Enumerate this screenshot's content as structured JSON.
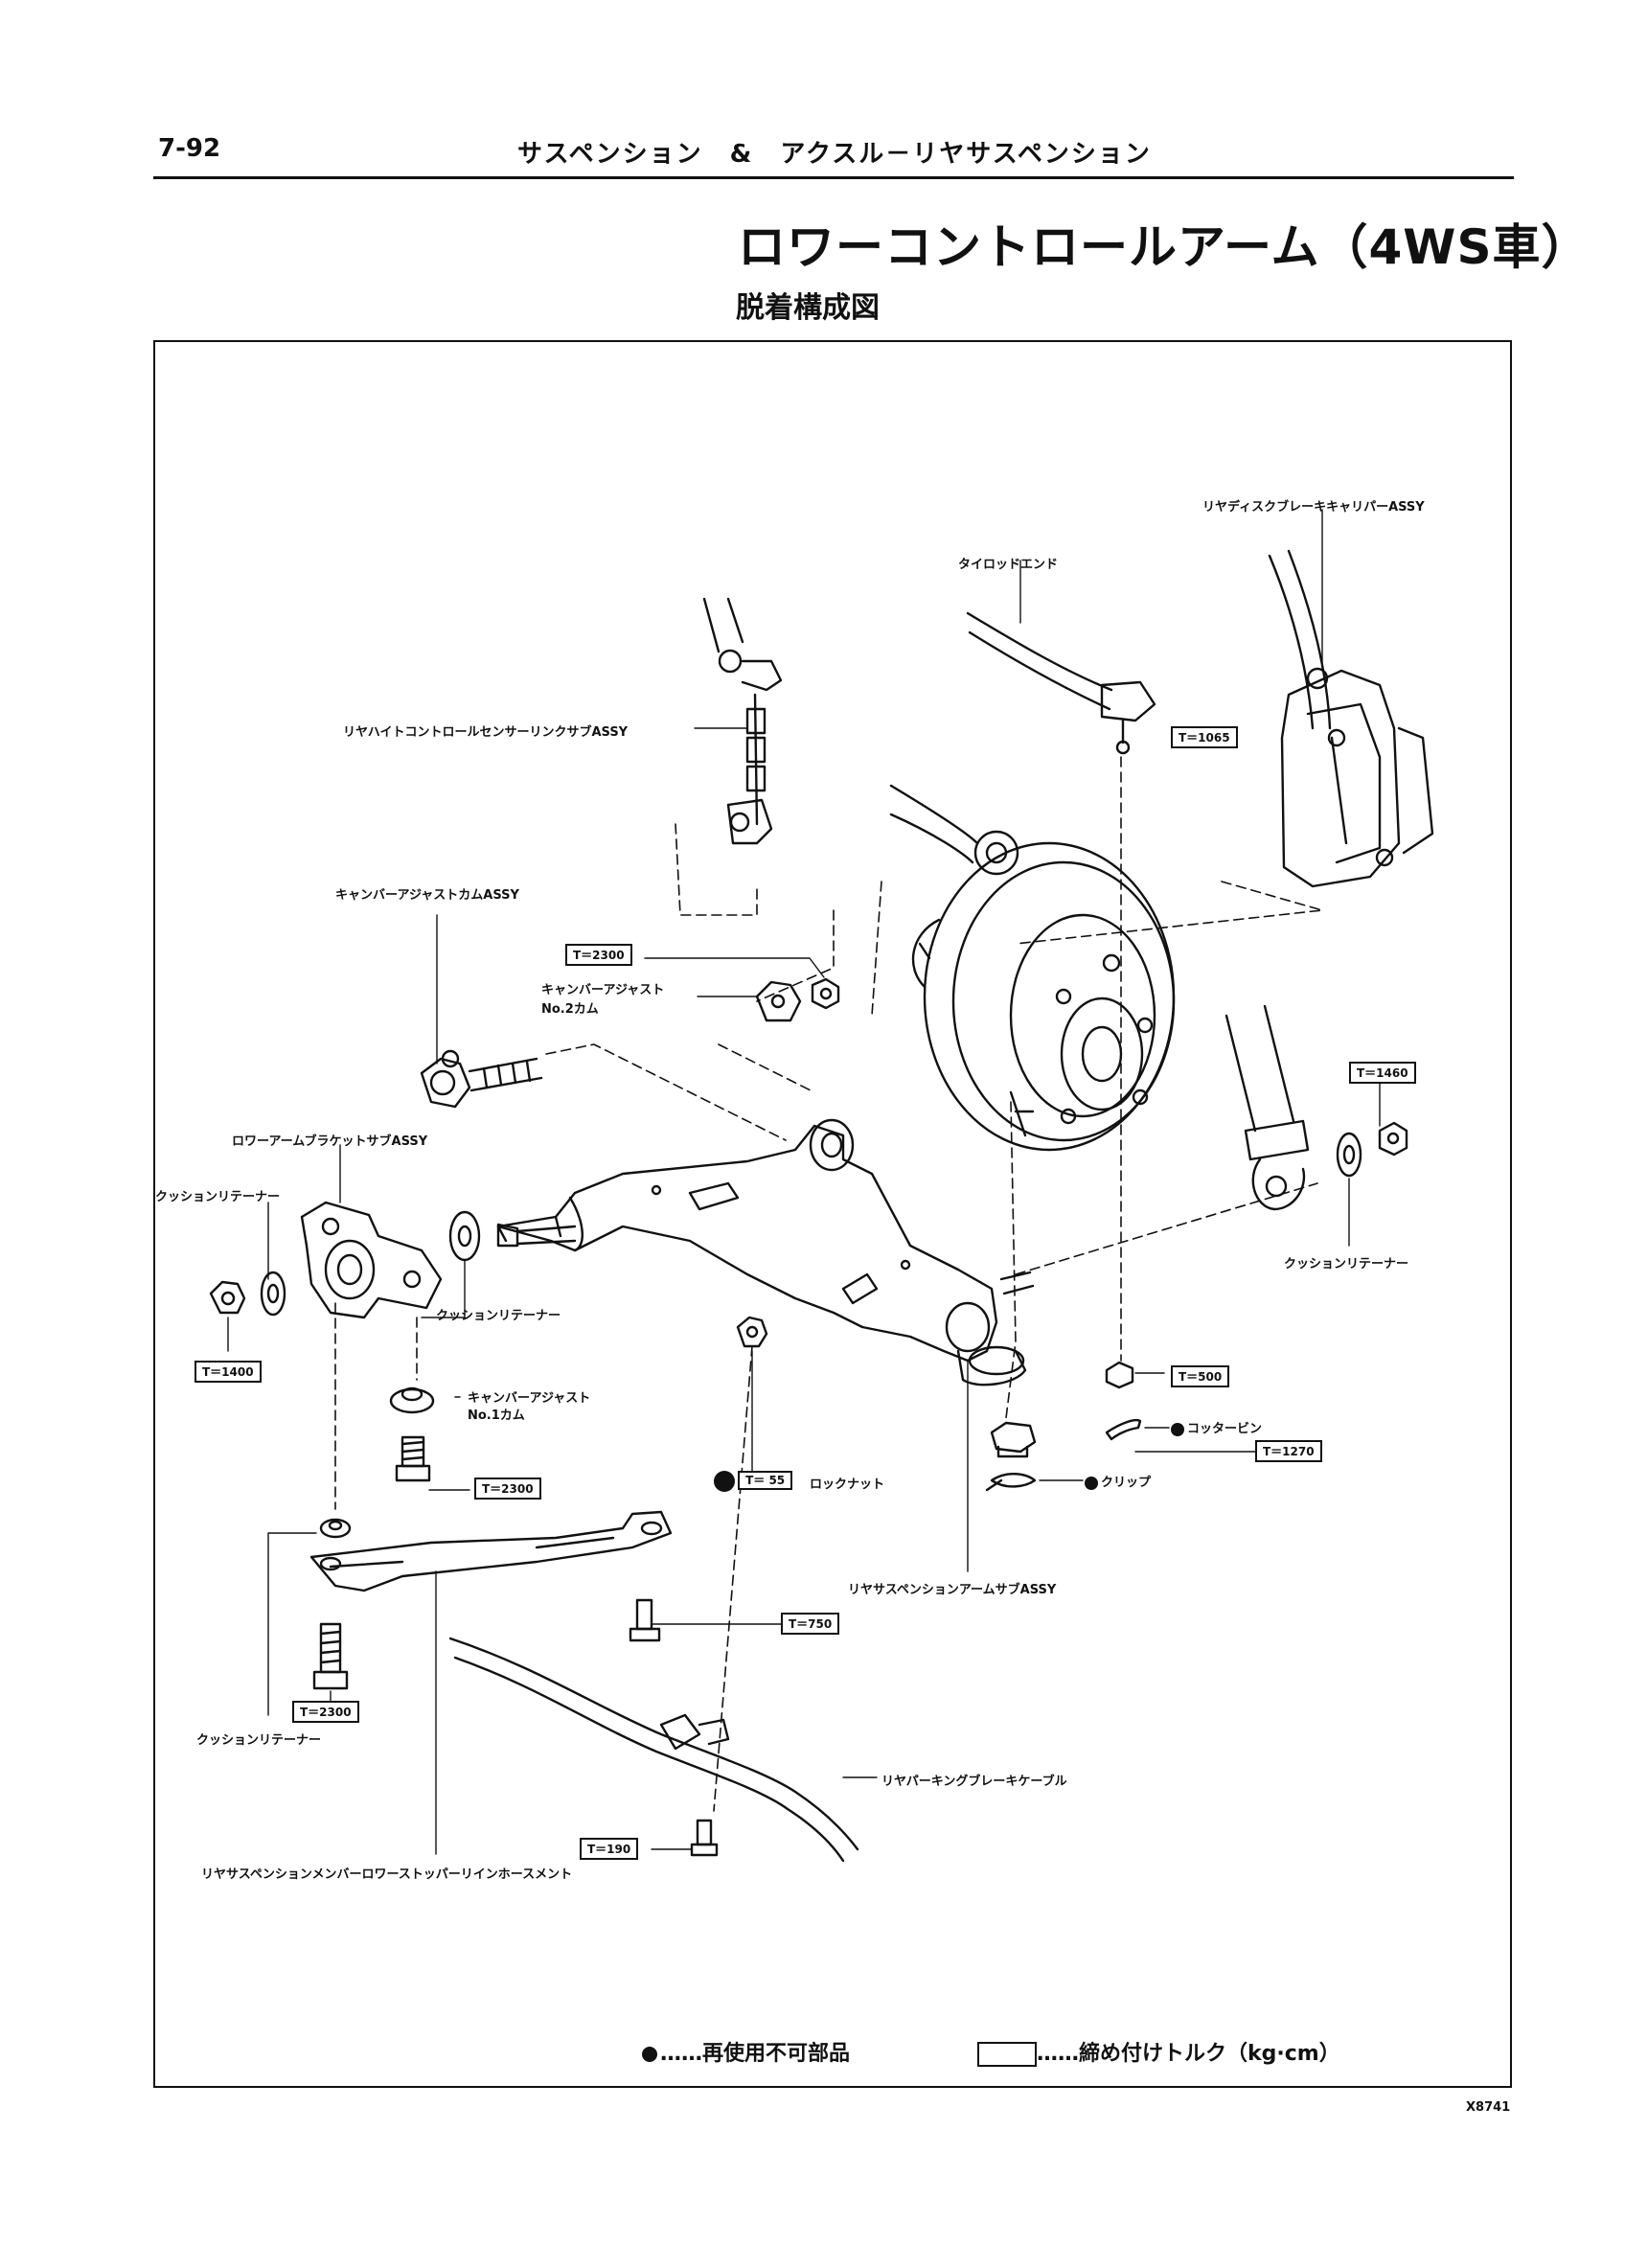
{
  "header": {
    "page_number": "7-92",
    "section_title": "サスペンション　&　アクスル－リヤサスペンション"
  },
  "title": "ロワーコントロールアーム（4WS車）",
  "subtitle": "脱着構成図",
  "labels": {
    "caliper": "リヤディスクブレーキキャリパーASSY",
    "tie_rod_end": "タイロッドエンド",
    "height_sensor": "リヤハイトコントロールセンサーリンクサブASSY",
    "camber_cam_assy": "キャンバーアジャストカムASSY",
    "camber_cam_2_line1": "キャンバーアジャスト",
    "camber_cam_2_line2": "No.2カム",
    "lower_arm_bracket": "ロワーアームブラケットサブASSY",
    "cushion_retainer_left": "クッションリテーナー",
    "cushion_retainer_mid": "クッションリテーナー",
    "cushion_retainer_right": "クッションリテーナー",
    "cushion_retainer_bottom": "クッションリテーナー",
    "camber_cam_1_line1": "キャンバーアジャスト",
    "camber_cam_1_line2": "No.1カム",
    "lock_nut": "ロックナット",
    "cotter_pin": "コッタービン",
    "clip": "クリップ",
    "arm_sub_assy": "リヤサスペンションアームサブASSY",
    "parking_cable": "リヤパーキングブレーキケーブル",
    "stopper_reinforcement": "リヤサスペンションメンバーロワーストッパーリインホースメント"
  },
  "torques": {
    "t1065": "T＝1065",
    "t2300_top": "T＝2300",
    "t1460": "T＝1460",
    "t1400": "T＝1400",
    "t500": "T＝500",
    "t55": "T＝ 55",
    "t2300_mid": "T＝2300",
    "t1270": "T＝1270",
    "t750": "T＝750",
    "t2300_bottom": "T＝2300",
    "t190": "T＝190"
  },
  "legend": {
    "non_reusable": "……再使用不可部品",
    "torque": "……締め付けトルク（kg·cm）"
  },
  "figure_code": "X8741"
}
